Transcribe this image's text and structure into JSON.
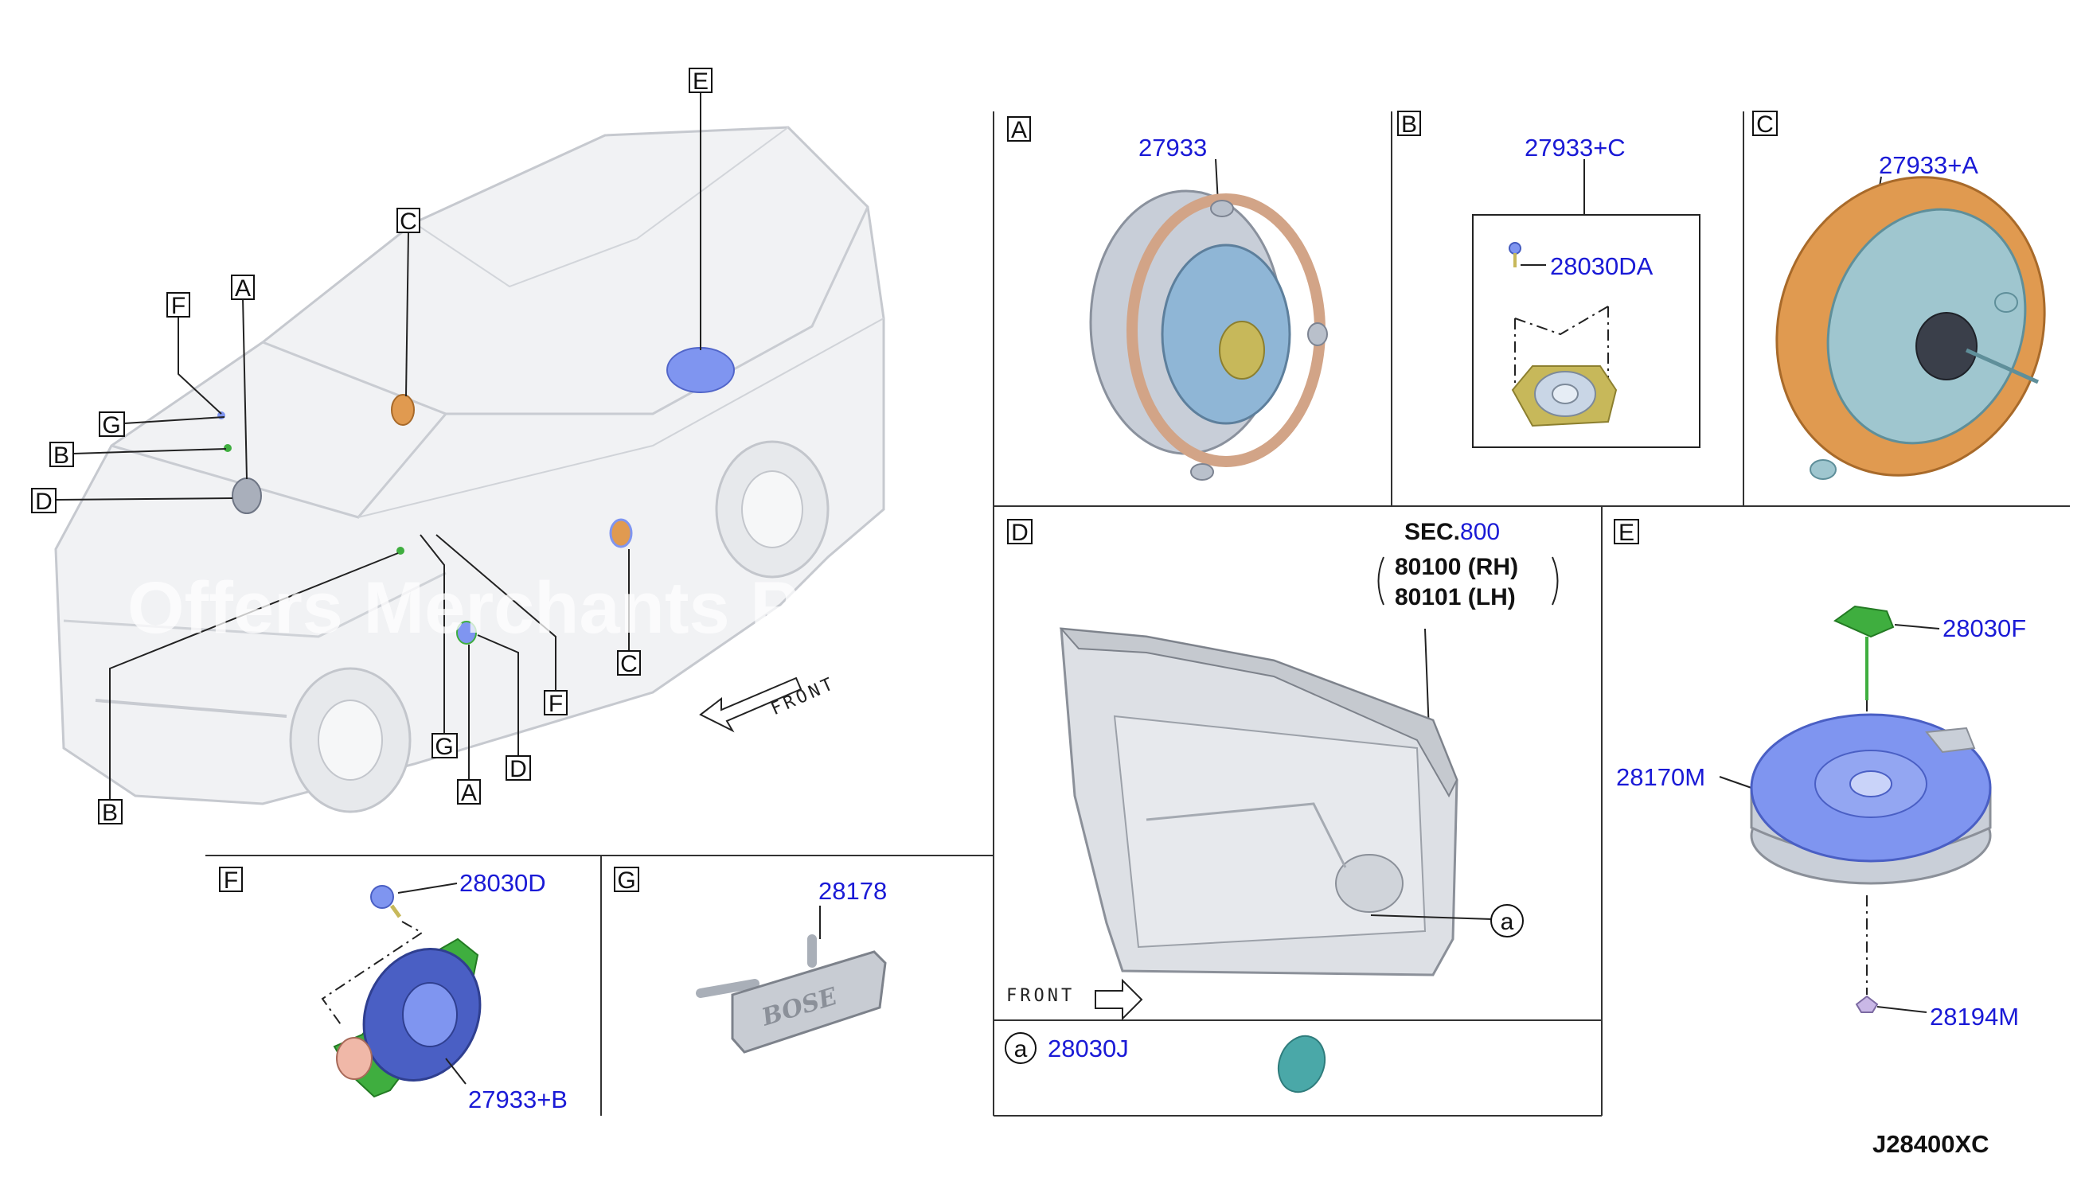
{
  "callouts": {
    "A": "A",
    "B": "B",
    "C": "C",
    "D": "D",
    "E": "E",
    "F": "F",
    "G": "G",
    "a": "a"
  },
  "parts": {
    "speaker_a": "27933",
    "speaker_b": "27933+C",
    "screw_b": "28030DA",
    "speaker_c": "27933+A",
    "section": "SEC.",
    "section_no": "800",
    "door_rh": "80100 (RH)",
    "door_lh": "80101 (LH)",
    "screw_e": "28030F",
    "woofer_e": "28170M",
    "nut_e": "28194M",
    "screw_f": "28030D",
    "speaker_f": "27933+B",
    "emblem_g": "28178",
    "clip_a": "28030J"
  },
  "labels": {
    "front_car": "FRONT",
    "front_door": "FRONT",
    "watermark": "Offers Merchants Parts",
    "drawing_number": "J28400XC",
    "emblem_text": "BOSE"
  },
  "colors": {
    "part_number": "#1a1ad6",
    "speaker_blue": "#7f95f0",
    "speaker_orange": "#e09a50",
    "bracket_green": "#3fae3f",
    "clip_teal": "#4aa8a8"
  }
}
